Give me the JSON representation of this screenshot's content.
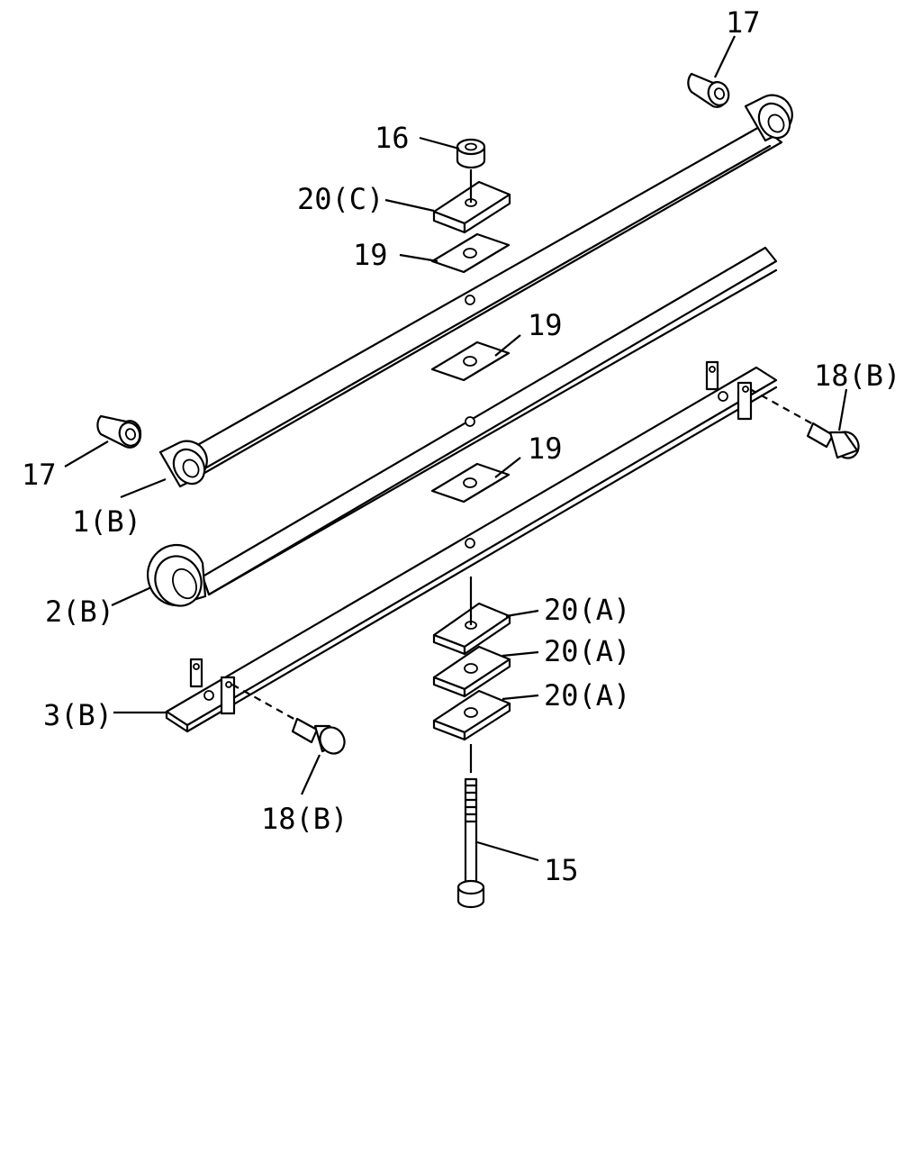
{
  "callouts": {
    "c17_top": "17",
    "c16": "16",
    "c20c": "20(C)",
    "c19_top": "19",
    "c19_mid": "19",
    "c19_low": "19",
    "c18b_right": "18(B)",
    "c17_left": "17",
    "c1b": "1(B)",
    "c2b": "2(B)",
    "c20a_1": "20(A)",
    "c20a_2": "20(A)",
    "c20a_3": "20(A)",
    "c3b": "3(B)",
    "c18b_left": "18(B)",
    "c15": "15"
  },
  "icons": [
    "eye-bushing-icon",
    "nut-icon",
    "plate-icon",
    "bolt-icon",
    "leaf-spring-icon"
  ]
}
